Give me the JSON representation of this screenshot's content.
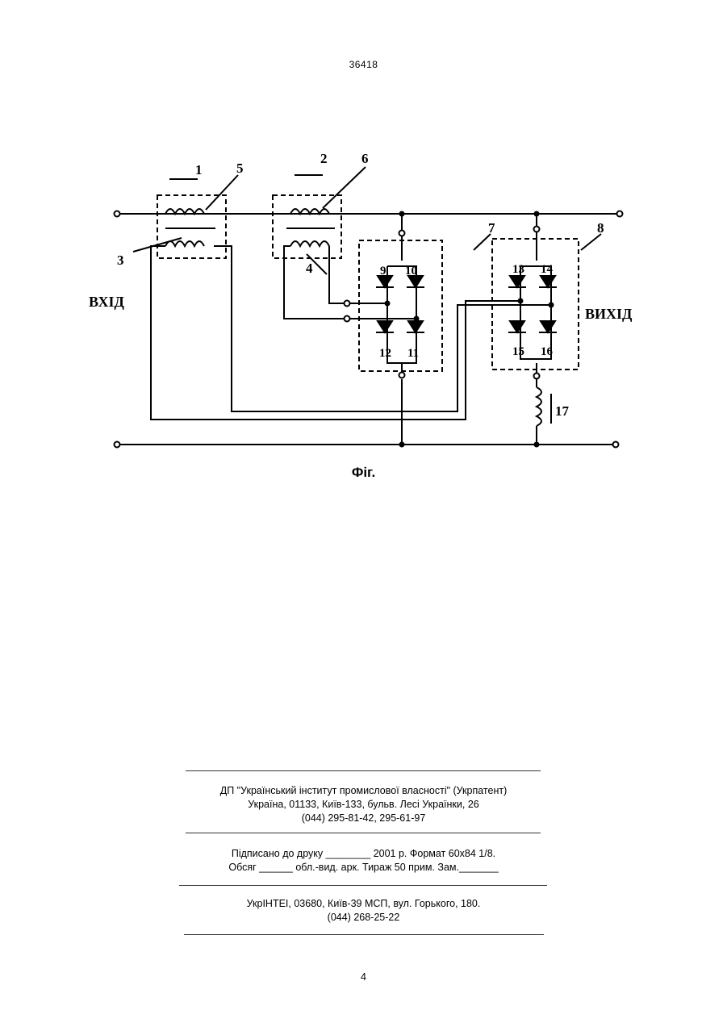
{
  "header": {
    "patent_number": "36418"
  },
  "figure": {
    "labels": {
      "l1": "1",
      "l2": "2",
      "l3": "3",
      "l4": "4",
      "l5": "5",
      "l6": "6",
      "l7": "7",
      "l8": "8",
      "l9": "9",
      "l10": "10",
      "l11": "11",
      "l12": "12",
      "l13": "13",
      "l14": "14",
      "l15": "15",
      "l16": "16",
      "l17": "17",
      "input": "ВХІД",
      "output": "ВИХІД"
    },
    "caption": "Фіг."
  },
  "footer": {
    "org_line1": "ДП \"Український інститут промислової власності\" (Укрпатент)",
    "org_line2": "Україна, 01133, Київ-133, бульв. Лесі Українки, 26",
    "org_line3": "(044) 295-81-42, 295-61-97",
    "print_line1": "Підписано до друку ________ 2001 р.    Формат 60х84 1/8.",
    "print_line2": "Обсяг ______ обл.-вид. арк.   Тираж 50 прим.    Зам._______",
    "press_line1": "УкрІНТЕІ, 03680, Київ-39 МСП, вул. Горького, 180.",
    "press_line2": "(044) 268-25-22"
  },
  "page_number": "4"
}
